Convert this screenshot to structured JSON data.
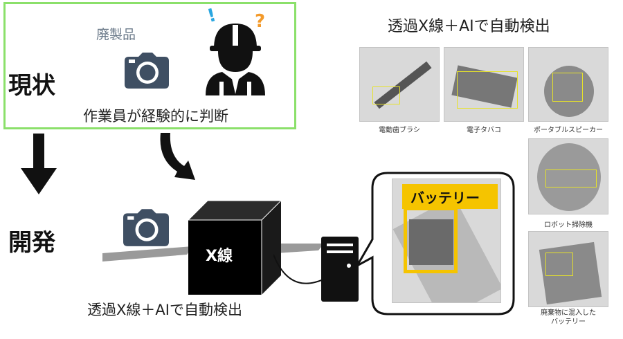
{
  "current": {
    "heading": "現状",
    "waste_label": "廃製品",
    "judgment_text": "作業員が経験的に判断",
    "exclaim": "!",
    "question": "?"
  },
  "development": {
    "heading": "開発",
    "xray_label": "X線",
    "detect_caption": "透過X線＋AIで自動検出",
    "zoom_label": "バッテリー"
  },
  "gallery": {
    "title": "透過X線＋AIで自動検出",
    "items": [
      {
        "caption": "電動歯ブラシ"
      },
      {
        "caption": "電子タバコ"
      },
      {
        "caption": "ポータブルスピーカー"
      },
      {
        "caption": "ロボット掃除機"
      },
      {
        "caption": "廃棄物に混入した\nバッテリー"
      }
    ]
  },
  "colors": {
    "current_border": "#8be06a",
    "camera": "#3f4f63",
    "detection_box": "#f5c400",
    "warning_exclaim": "#29a6e0",
    "warning_question": "#f39a2a"
  }
}
